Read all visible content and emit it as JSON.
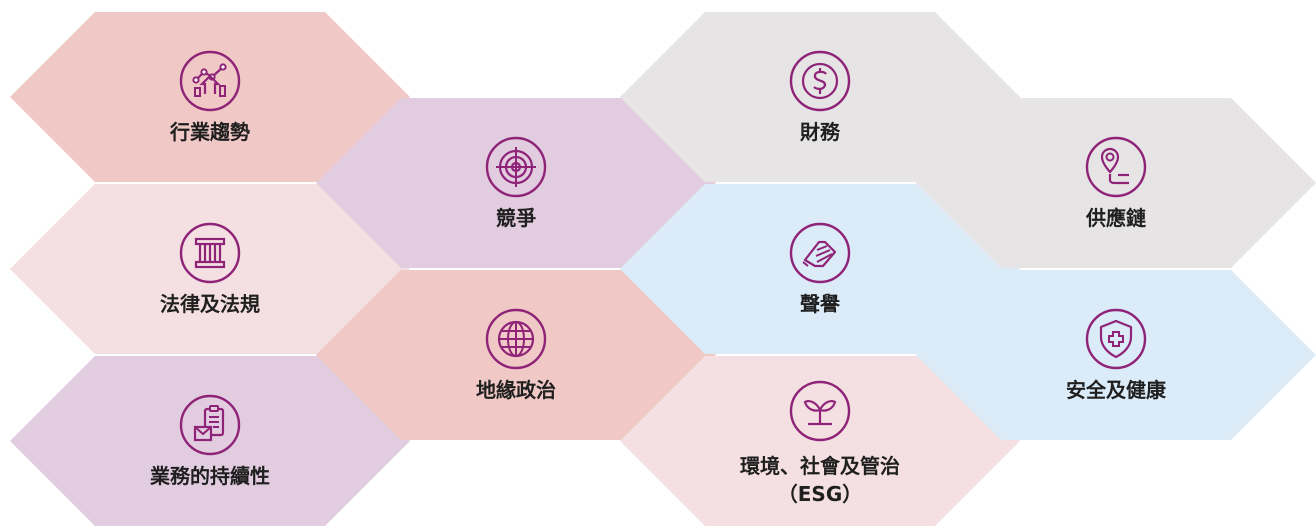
{
  "colors": {
    "salmon": "#F0C8C5",
    "light_pink": "#F4DFE2",
    "mauve": "#E2CCE0",
    "grey": "#E6E4E5",
    "light_blue": "#DCEBF8",
    "icon_stroke": "#8E2378",
    "text": "#1F1F1F"
  },
  "items": [
    {
      "id": "industry-trends",
      "label": "行業趨勢",
      "icon": "trend-chart-icon",
      "color": "salmon"
    },
    {
      "id": "legal-regulation",
      "label": "法律及法規",
      "icon": "pillar-icon",
      "color": "light_pink"
    },
    {
      "id": "business-continuity",
      "label": "業務的持續性",
      "icon": "clipboard-mail-icon",
      "color": "mauve"
    },
    {
      "id": "competition",
      "label": "競爭",
      "icon": "target-icon",
      "color": "mauve"
    },
    {
      "id": "geopolitics",
      "label": "地緣政治",
      "icon": "globe-icon",
      "color": "salmon"
    },
    {
      "id": "finance",
      "label": "財務",
      "icon": "dollar-icon",
      "color": "grey"
    },
    {
      "id": "reputation",
      "label": "聲譽",
      "icon": "handshake-icon",
      "color": "light_blue"
    },
    {
      "id": "esg",
      "label": "環境、社會及管治",
      "label2": "（ESG）",
      "icon": "sprout-icon",
      "color": "light_pink"
    },
    {
      "id": "supply-chain",
      "label": "供應鏈",
      "icon": "location-route-icon",
      "color": "grey"
    },
    {
      "id": "safety-health",
      "label": "安全及健康",
      "icon": "shield-plus-icon",
      "color": "light_blue"
    }
  ]
}
